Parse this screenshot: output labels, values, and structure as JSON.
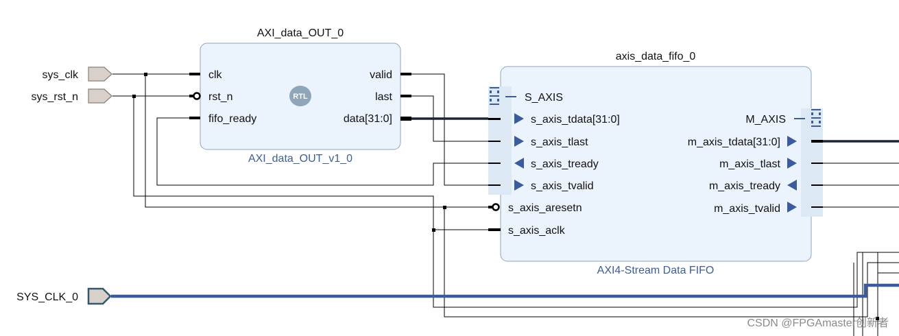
{
  "ports": {
    "sys_clk": "sys_clk",
    "sys_rst_n": "sys_rst_n",
    "sys_clk_0": "SYS_CLK_0"
  },
  "axi_block": {
    "instance": "AXI_data_OUT_0",
    "module": "AXI_data_OUT_v1_0",
    "badge": "RTL",
    "inputs": [
      "clk",
      "rst_n",
      "fifo_ready"
    ],
    "outputs": [
      "valid",
      "last",
      "data[31:0]"
    ]
  },
  "fifo_block": {
    "instance": "axis_data_fifo_0",
    "ip": "AXI4-Stream Data FIFO",
    "s_axis": "S_AXIS",
    "m_axis": "M_AXIS",
    "left_pins": [
      "s_axis_tdata[31:0]",
      "s_axis_tlast",
      "s_axis_tready",
      "s_axis_tvalid",
      "s_axis_aresetn",
      "s_axis_aclk"
    ],
    "right_pins": [
      "m_axis_tdata[31:0]",
      "m_axis_tlast",
      "m_axis_tready",
      "m_axis_tvalid"
    ]
  },
  "watermark": "CSDN @FPGAmaster创新者",
  "colors": {
    "block_fill": "#ebf3fc",
    "block_stroke": "#8da4c2",
    "bus": "#3a5c9e",
    "wire": "#000000",
    "pin_arrow": "#3a5c9e",
    "port_fill": "#d8d0c9"
  }
}
